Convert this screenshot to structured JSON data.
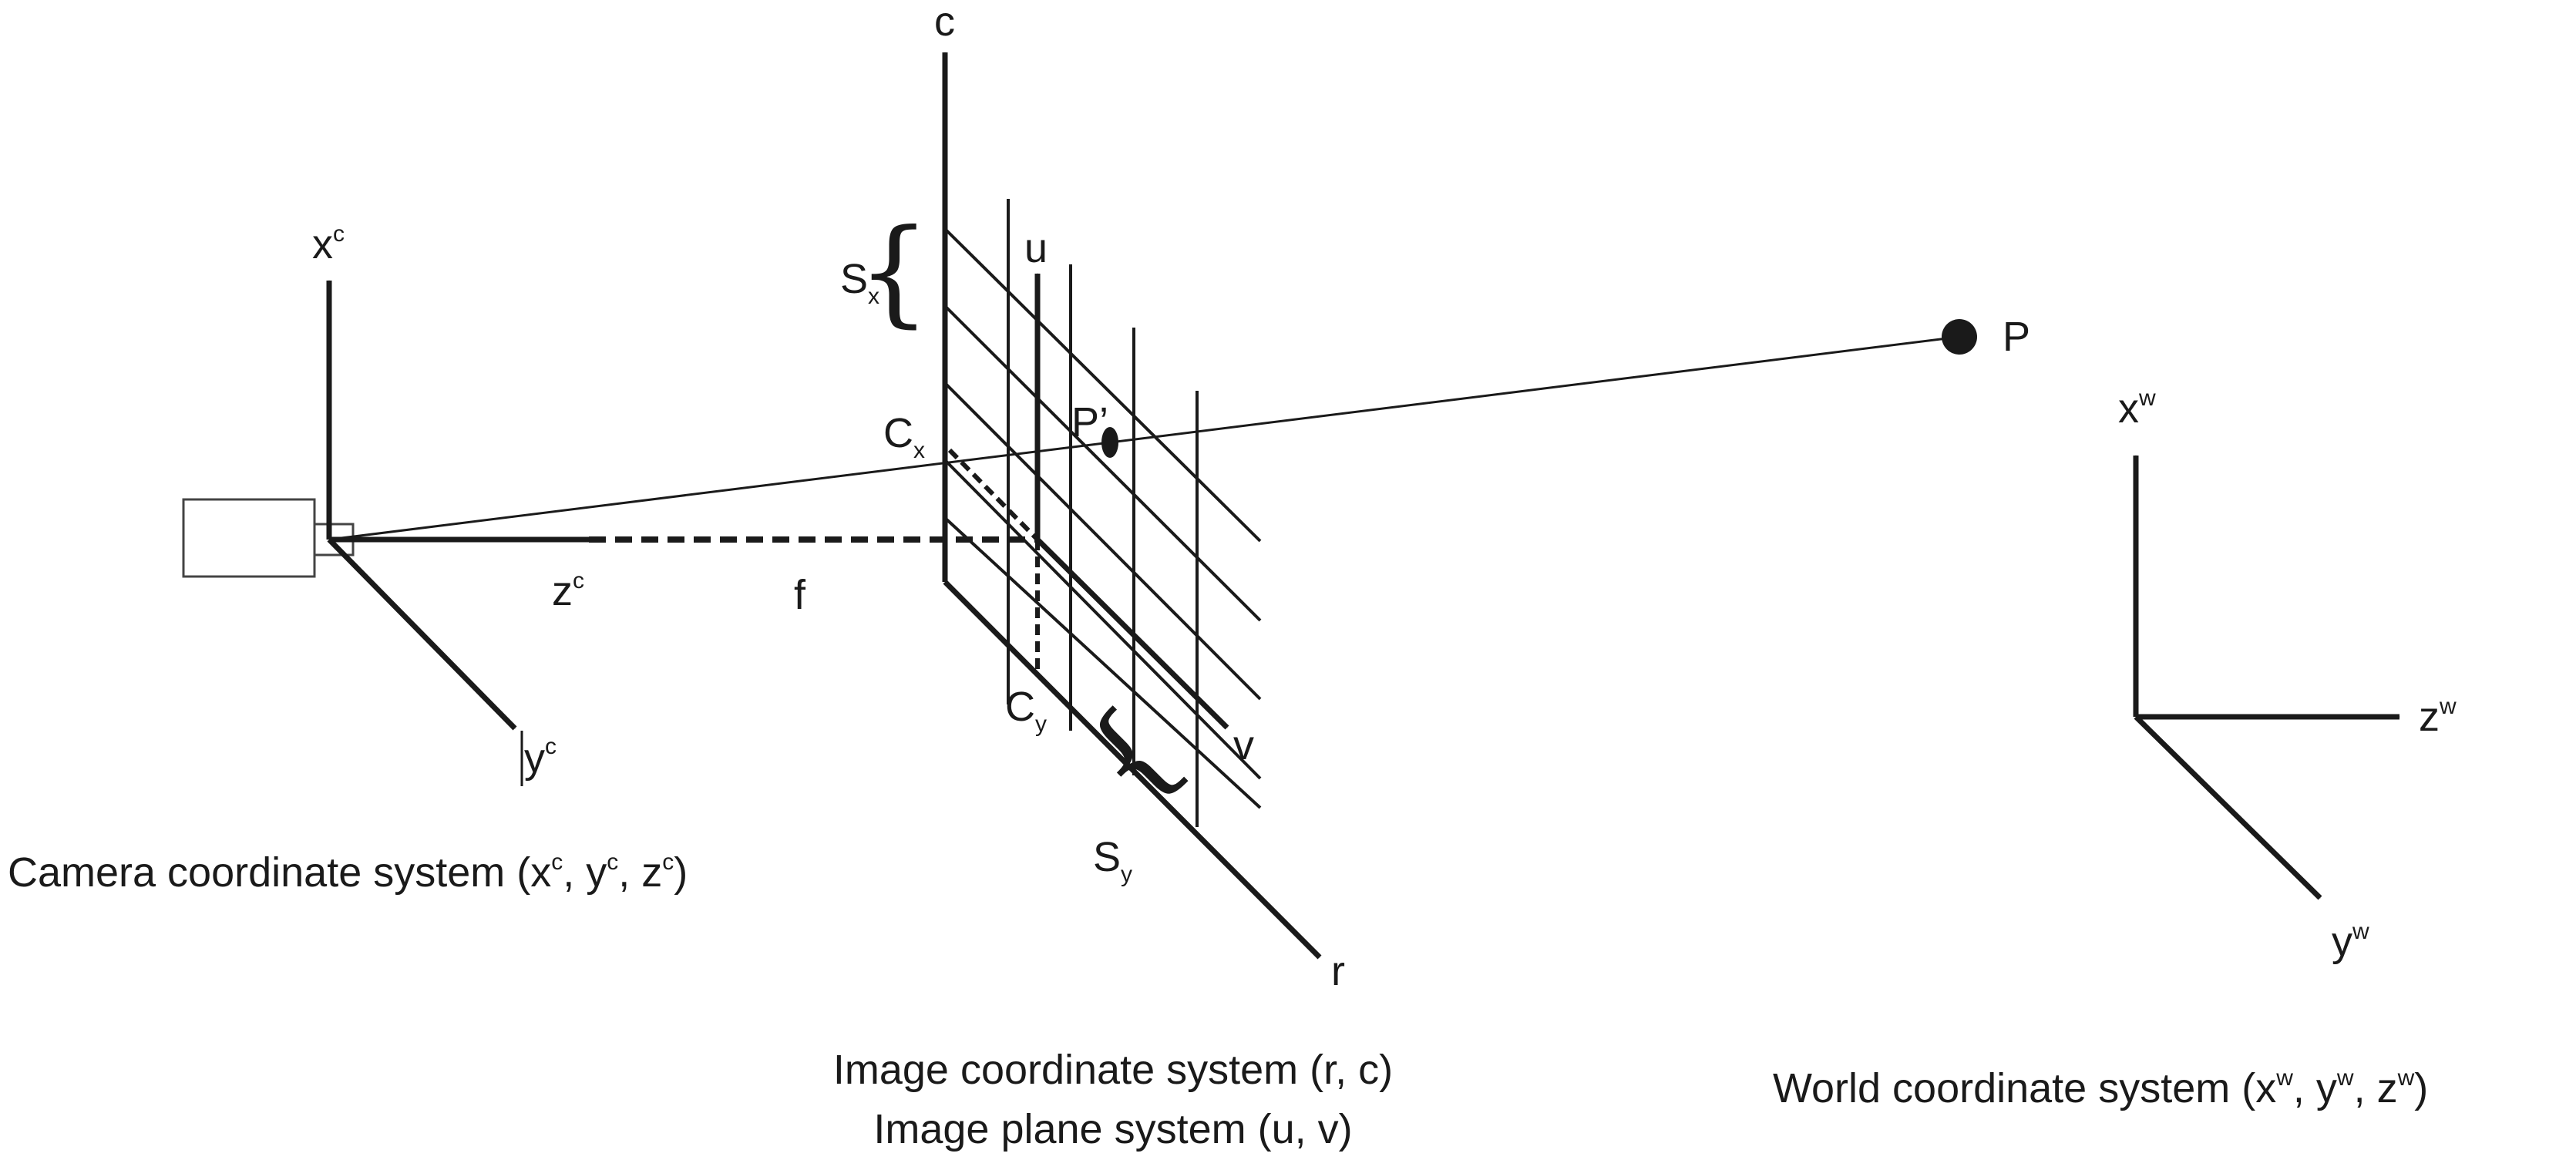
{
  "camera": {
    "axis_x": {
      "base": "x",
      "sup": "c"
    },
    "axis_z": {
      "base": "z",
      "sup": "c"
    },
    "axis_y": {
      "base": "y",
      "sup": "c"
    },
    "focal_label": "f",
    "caption": {
      "prefix": "Camera coordinate system (x",
      "s1": "c",
      "m1": ", y",
      "s2": "c",
      "m2": ", z",
      "s3": "c",
      "suffix": ")"
    }
  },
  "image": {
    "axis_c": "c",
    "axis_r": "r",
    "axis_u": "u",
    "axis_v": "v",
    "sx": {
      "base": "S",
      "sub": "x"
    },
    "sy": {
      "base": "S",
      "sub": "y"
    },
    "cx": {
      "base": "C",
      "sub": "x"
    },
    "cy": {
      "base": "C",
      "sub": "y"
    },
    "projected_point": "P’",
    "caption_line1": "Image coordinate system (r, c)",
    "caption_line2": "Image plane system (u, v)"
  },
  "world": {
    "point": "P",
    "axis_x": {
      "base": "x",
      "sup": "w"
    },
    "axis_z": {
      "base": "z",
      "sup": "w"
    },
    "axis_y": {
      "base": "y",
      "sup": "w"
    },
    "caption": {
      "prefix": "World coordinate system (x",
      "s1": "w",
      "m1": ", y",
      "s2": "w",
      "m2": ", z",
      "s3": "w",
      "suffix": ")"
    }
  },
  "colors": {
    "ink": "#1a1a1a",
    "background": "#ffffff"
  }
}
